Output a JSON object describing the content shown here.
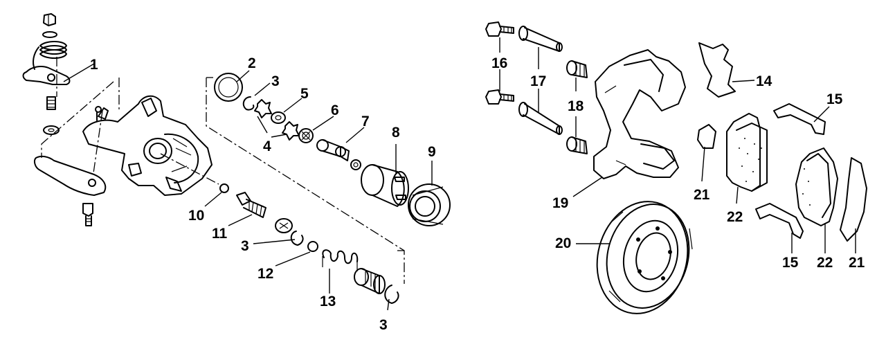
{
  "callouts": [
    {
      "id": "c1",
      "text": "1"
    },
    {
      "id": "c2",
      "text": "2"
    },
    {
      "id": "c3a",
      "text": "3"
    },
    {
      "id": "c5",
      "text": "5"
    },
    {
      "id": "c6",
      "text": "6"
    },
    {
      "id": "c7",
      "text": "7"
    },
    {
      "id": "c4",
      "text": "4"
    },
    {
      "id": "c8",
      "text": "8"
    },
    {
      "id": "c9",
      "text": "9"
    },
    {
      "id": "c10",
      "text": "10"
    },
    {
      "id": "c11",
      "text": "11"
    },
    {
      "id": "c3b",
      "text": "3"
    },
    {
      "id": "c12",
      "text": "12"
    },
    {
      "id": "c13",
      "text": "13"
    },
    {
      "id": "c3c",
      "text": "3"
    },
    {
      "id": "c16",
      "text": "16"
    },
    {
      "id": "c17",
      "text": "17"
    },
    {
      "id": "c18",
      "text": "18"
    },
    {
      "id": "c14",
      "text": "14"
    },
    {
      "id": "c15a",
      "text": "15"
    },
    {
      "id": "c19",
      "text": "19"
    },
    {
      "id": "c21a",
      "text": "21"
    },
    {
      "id": "c22a",
      "text": "22"
    },
    {
      "id": "c20",
      "text": "20"
    },
    {
      "id": "c15b",
      "text": "15"
    },
    {
      "id": "c22b",
      "text": "22"
    },
    {
      "id": "c21b",
      "text": "21"
    }
  ]
}
